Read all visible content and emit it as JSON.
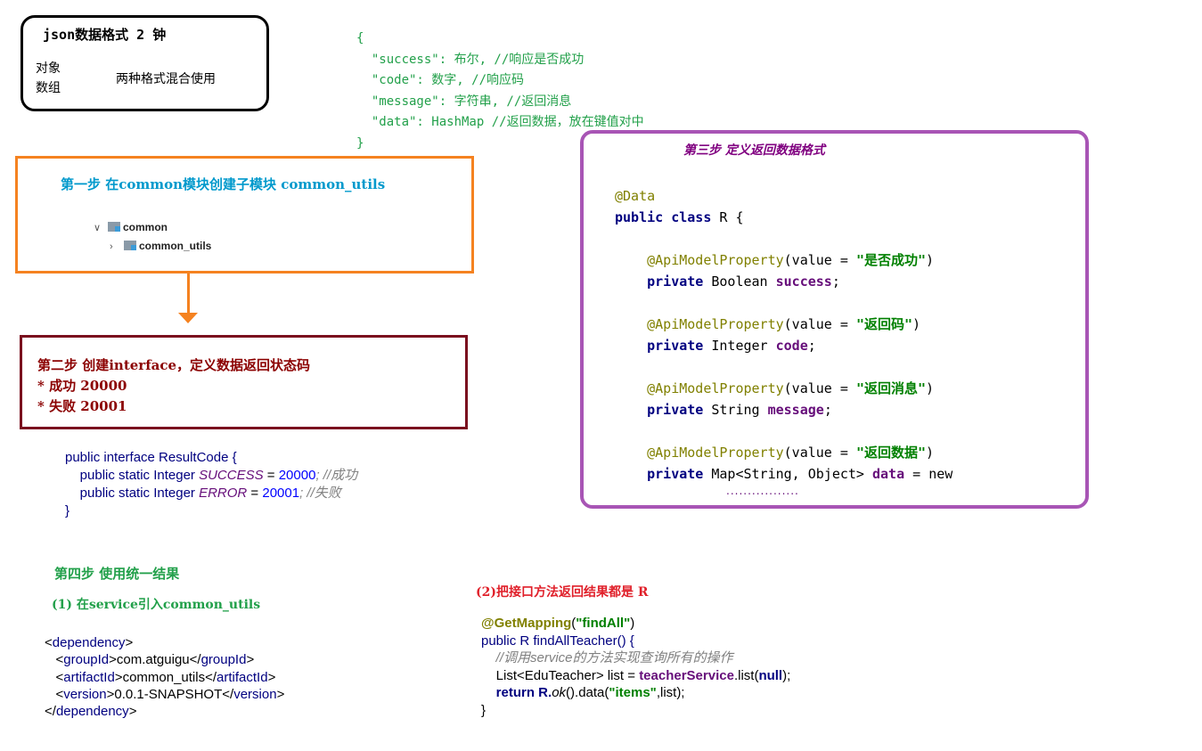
{
  "json_box": {
    "title": "json数据格式 2 钟",
    "item_object": "对象",
    "item_array": "数组",
    "mixed_use": "两种格式混合使用"
  },
  "json_structure": {
    "open": "{",
    "line_success": "  \"success\": 布尔, //响应是否成功",
    "line_code": "  \"code\": 数字, //响应码",
    "line_message": "  \"message\": 字符串, //返回消息",
    "line_data": "  \"data\": HashMap //返回数据，放在键值对中",
    "close": "}"
  },
  "step1": {
    "title": "第一步 在common模块创建子模块 common_utils",
    "tree_parent": "common",
    "tree_child": "common_utils"
  },
  "step2": {
    "title": "第二步 创建interface，定义数据返回状态码",
    "success_line": "* 成功 20000",
    "fail_line": "* 失败 20001"
  },
  "result_code": {
    "decl": "public interface ResultCode {",
    "kw1": "    public static Integer ",
    "success_name": "SUCCESS",
    "success_eq": " = ",
    "success_val": "20000",
    "success_cmt": "; //成功",
    "kw2": "    public static Integer ",
    "error_name": "ERROR",
    "error_eq": " = ",
    "error_val": "20001",
    "error_cmt": "; //失败",
    "close": "}"
  },
  "step3": {
    "title": "第三步 定义返回数据格式",
    "anno_data": "@Data",
    "class_kw": "public class",
    "class_rest": " R {",
    "anno_prop": "@ApiModelProperty",
    "value_open": "(value = ",
    "value_close": ")",
    "fields": [
      {
        "desc": "\"是否成功\"",
        "modifier": "private",
        "type": " Boolean ",
        "name": "success",
        "end": ";"
      },
      {
        "desc": "\"返回码\"",
        "modifier": "private",
        "type": " Integer ",
        "name": "code",
        "end": ";"
      },
      {
        "desc": "\"返回消息\"",
        "modifier": "private",
        "type": " String ",
        "name": "message",
        "end": ";"
      },
      {
        "desc": "\"返回数据\"",
        "modifier": "private",
        "type": " Map<String, Object> ",
        "name": "data",
        "end": " = new"
      }
    ],
    "ellipsis": "................."
  },
  "step4": {
    "title": "第四步 使用统一结果",
    "sub1": "(1) 在service引入common_utils",
    "sub2": "(2)把接口方法返回结果都是 R"
  },
  "dependency": {
    "open_tag": "dependency",
    "group_tag": "groupId",
    "group_val": "com.atguigu",
    "artifact_tag": "artifactId",
    "artifact_val": "common_utils",
    "version_tag": "version",
    "version_val": "0.0.1-SNAPSHOT"
  },
  "controller": {
    "anno": "@GetMapping",
    "anno_arg": "\"findAll\"",
    "sig": "public R findAllTeacher() {",
    "comment": "    //调用service的方法实现查询所有的操作",
    "list_pre": "    List<EduTeacher> list = ",
    "service": "teacherService",
    "list_post_a": ".list(",
    "null_kw": "null",
    "list_post_b": ");",
    "ret_pre": "    return R.",
    "ok": "ok",
    "ret_mid": "().data(",
    "items": "\"items\"",
    "ret_post": ",list);",
    "close": "}"
  }
}
